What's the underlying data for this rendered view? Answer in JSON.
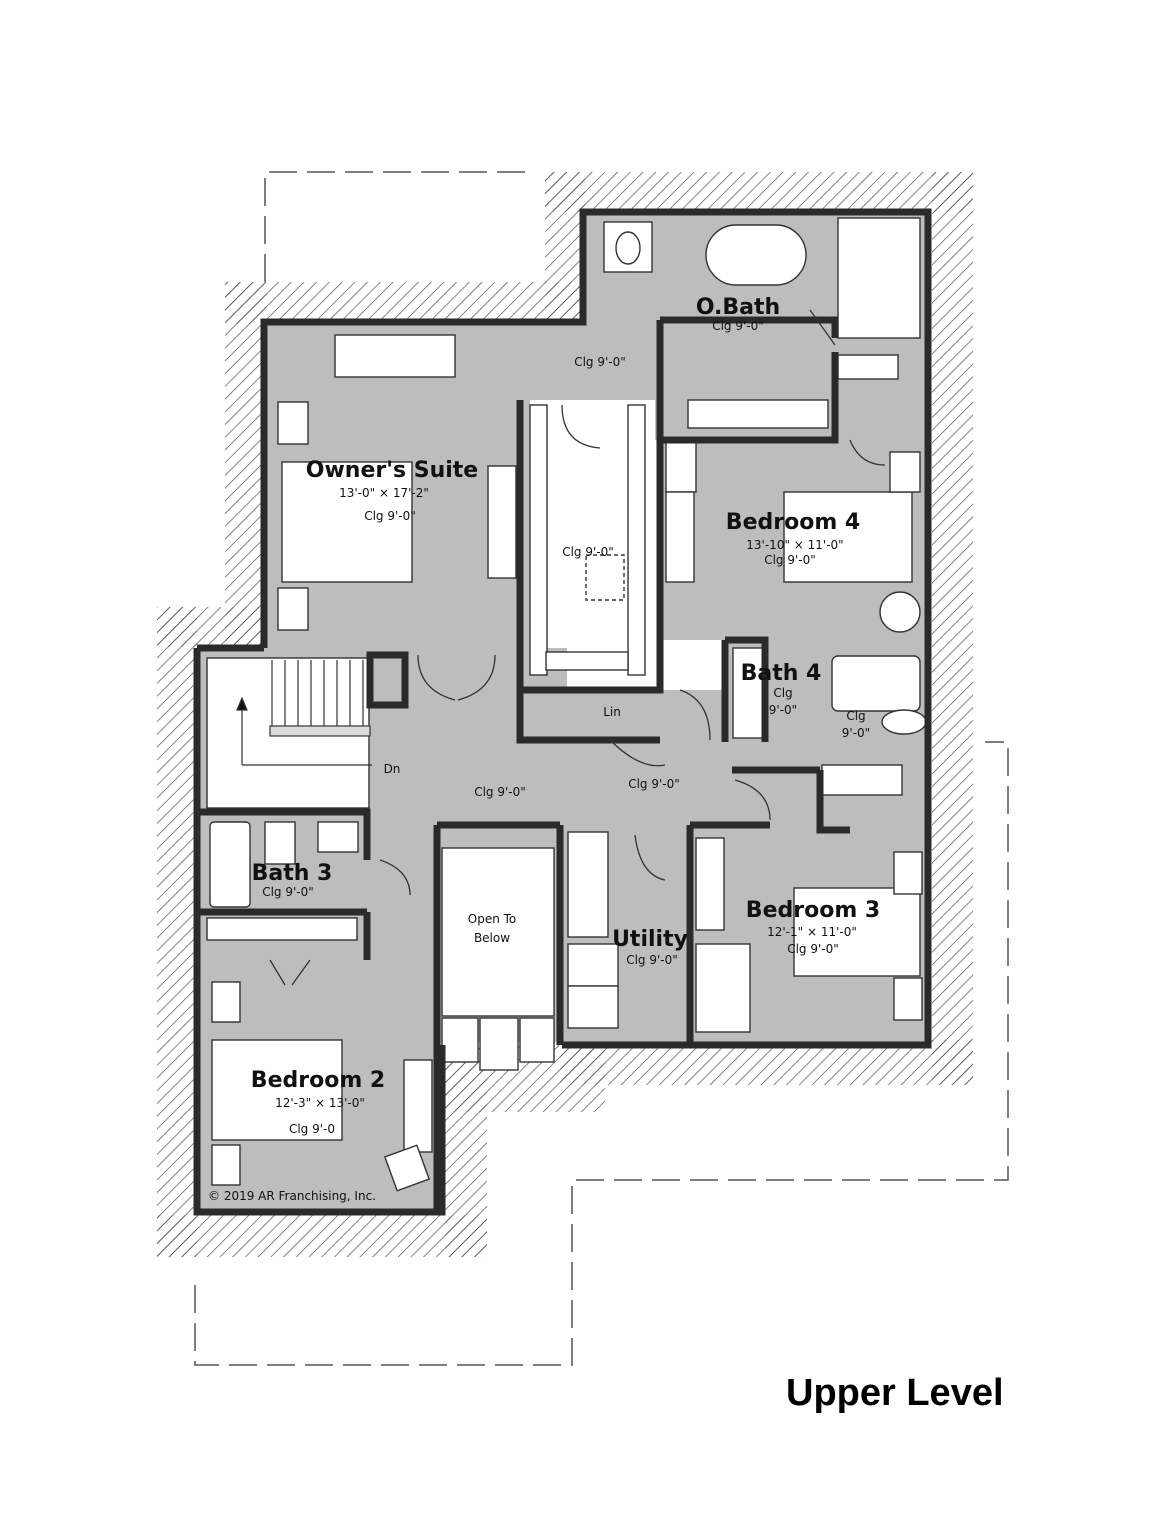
{
  "plan": {
    "level_title": "Upper Level",
    "copyright": "© 2019  AR Franchising, Inc.",
    "colors": {
      "room_fill": "#bdbdbd",
      "wall": "#2a2a2a",
      "hatch": "#444444",
      "fixture": "#ffffff",
      "background": "#ffffff"
    },
    "rooms": {
      "owners_suite": {
        "name": "Owner's Suite",
        "size": "13'-0\" × 17'-2\"",
        "ceiling": "Clg 9'-0\""
      },
      "obath": {
        "name": "O.Bath",
        "ceiling": "Clg 9'-0\""
      },
      "bedroom4": {
        "name": "Bedroom 4",
        "size": "13'-10\" × 11'-0\"",
        "ceiling": "Clg 9'-0\""
      },
      "bath4": {
        "name": "Bath 4",
        "ceiling_a_line1": "Clg",
        "ceiling_a_line2": "9'-0\"",
        "ceiling_b_line1": "Clg",
        "ceiling_b_line2": "9'-0\""
      },
      "bath3": {
        "name": "Bath 3",
        "ceiling": "Clg 9'-0\""
      },
      "bedroom2": {
        "name": "Bedroom 2",
        "size": "12'-3\" × 13'-0\"",
        "ceiling": "Clg 9'-0"
      },
      "bedroom3": {
        "name": "Bedroom 3",
        "size": "12'-1\" × 11'-0\"",
        "ceiling": "Clg 9'-0\""
      },
      "utility": {
        "name": "Utility",
        "ceiling": "Clg 9'-0\""
      },
      "open_to_below": {
        "line1": "Open To",
        "line2": "Below"
      },
      "closet": {
        "ceiling": "Clg 9'-0\""
      },
      "hall_north": {
        "ceiling": "Clg 9'-0\""
      },
      "hall_center": {
        "ceiling": "Clg 9'-0\""
      },
      "hall_east": {
        "ceiling": "Clg 9'-0\""
      },
      "linen": {
        "name": "Lin"
      },
      "stair": {
        "label": "Dn"
      }
    }
  }
}
